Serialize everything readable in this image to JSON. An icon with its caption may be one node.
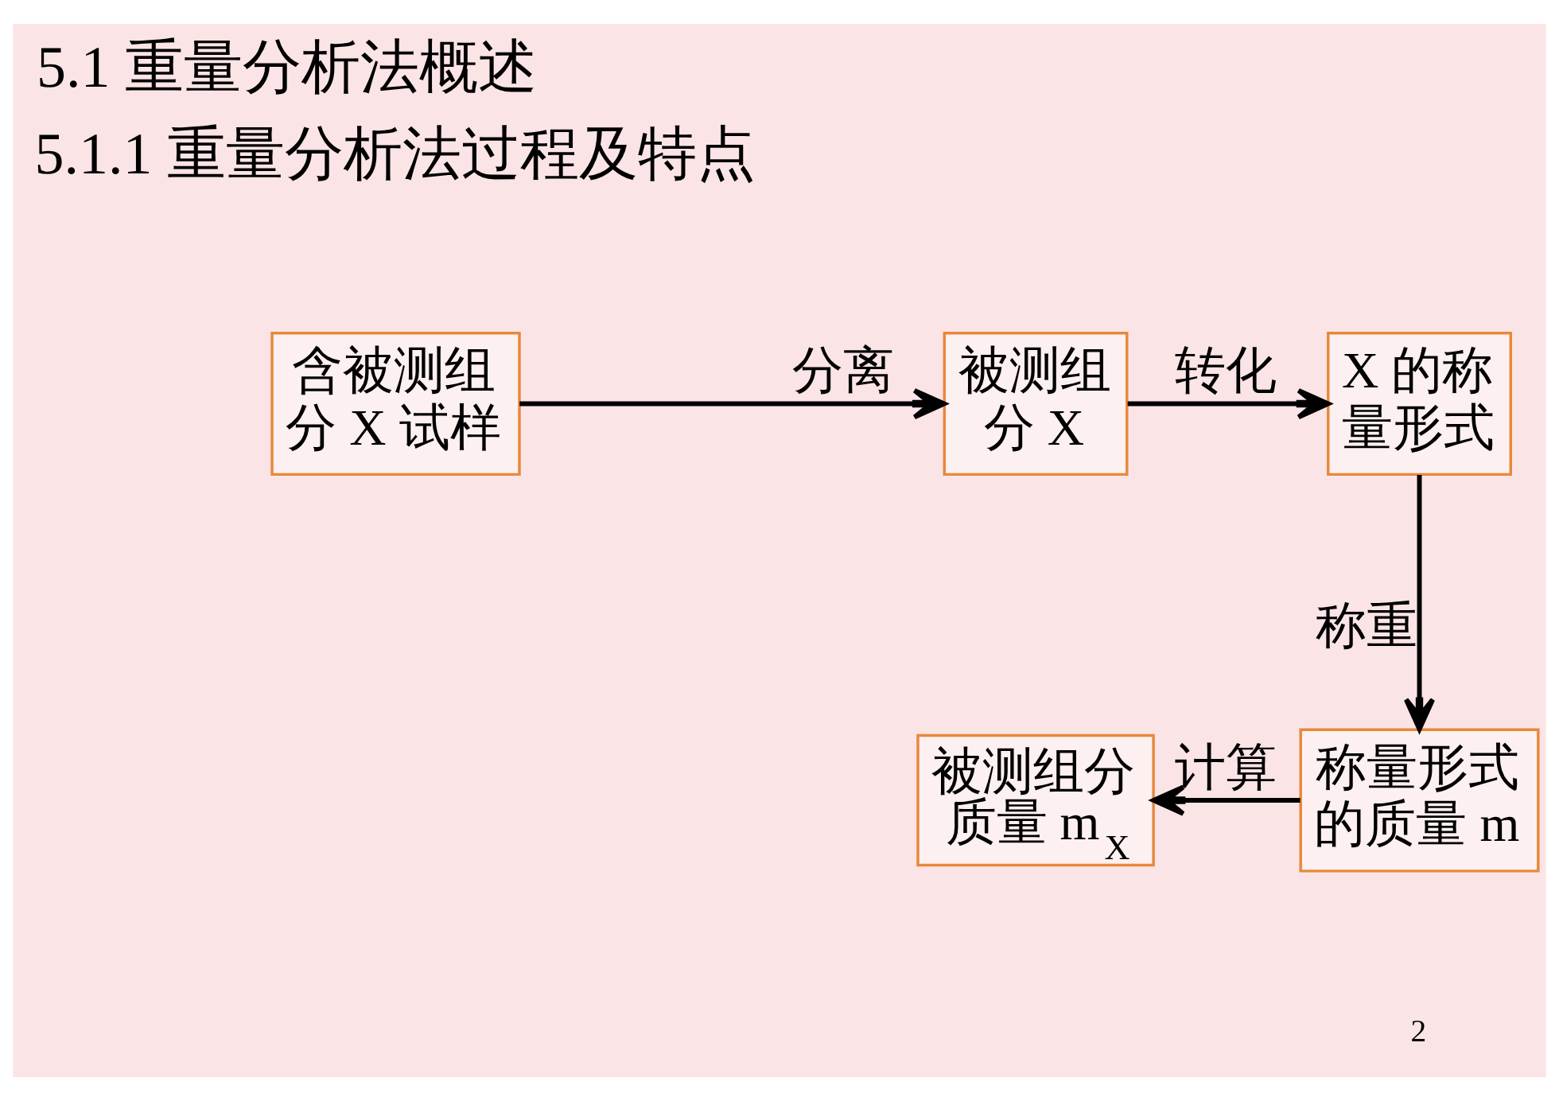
{
  "diagram": {
    "title": "5.1 重量分析法概述",
    "nodes": [
      {
        "text": [
          "含被测组分 X 试样"
        ]
      },
      {
        "text": [
          "被测组分 X"
        ]
      },
      {
        "text": [
          "X 的称量形式"
        ]
      },
      {
        "text": [
          "称量形式的质量 m"
        ]
      },
      {
        "text": [
          "被测组分质量 m$_{X}$"
        ]
      }
    ],
    "edges": [
      {
        "from": 0,
        "to": 1,
        "arrow": "to",
        "label": "分离"
      },
      {
        "from": 1,
        "to": 2,
        "arrow": "to",
        "label": "转化"
      },
      {
        "from": 2,
        "to": 3,
        "arrow": "to",
        "label": "称重"
      },
      {
        "from": 3,
        "to": 4,
        "arrow": "to",
        "label": "计算"
      }
    ],
    "labels": [
      "5.1.1 重量分析法过程及特点",
      "2"
    ]
  }
}
